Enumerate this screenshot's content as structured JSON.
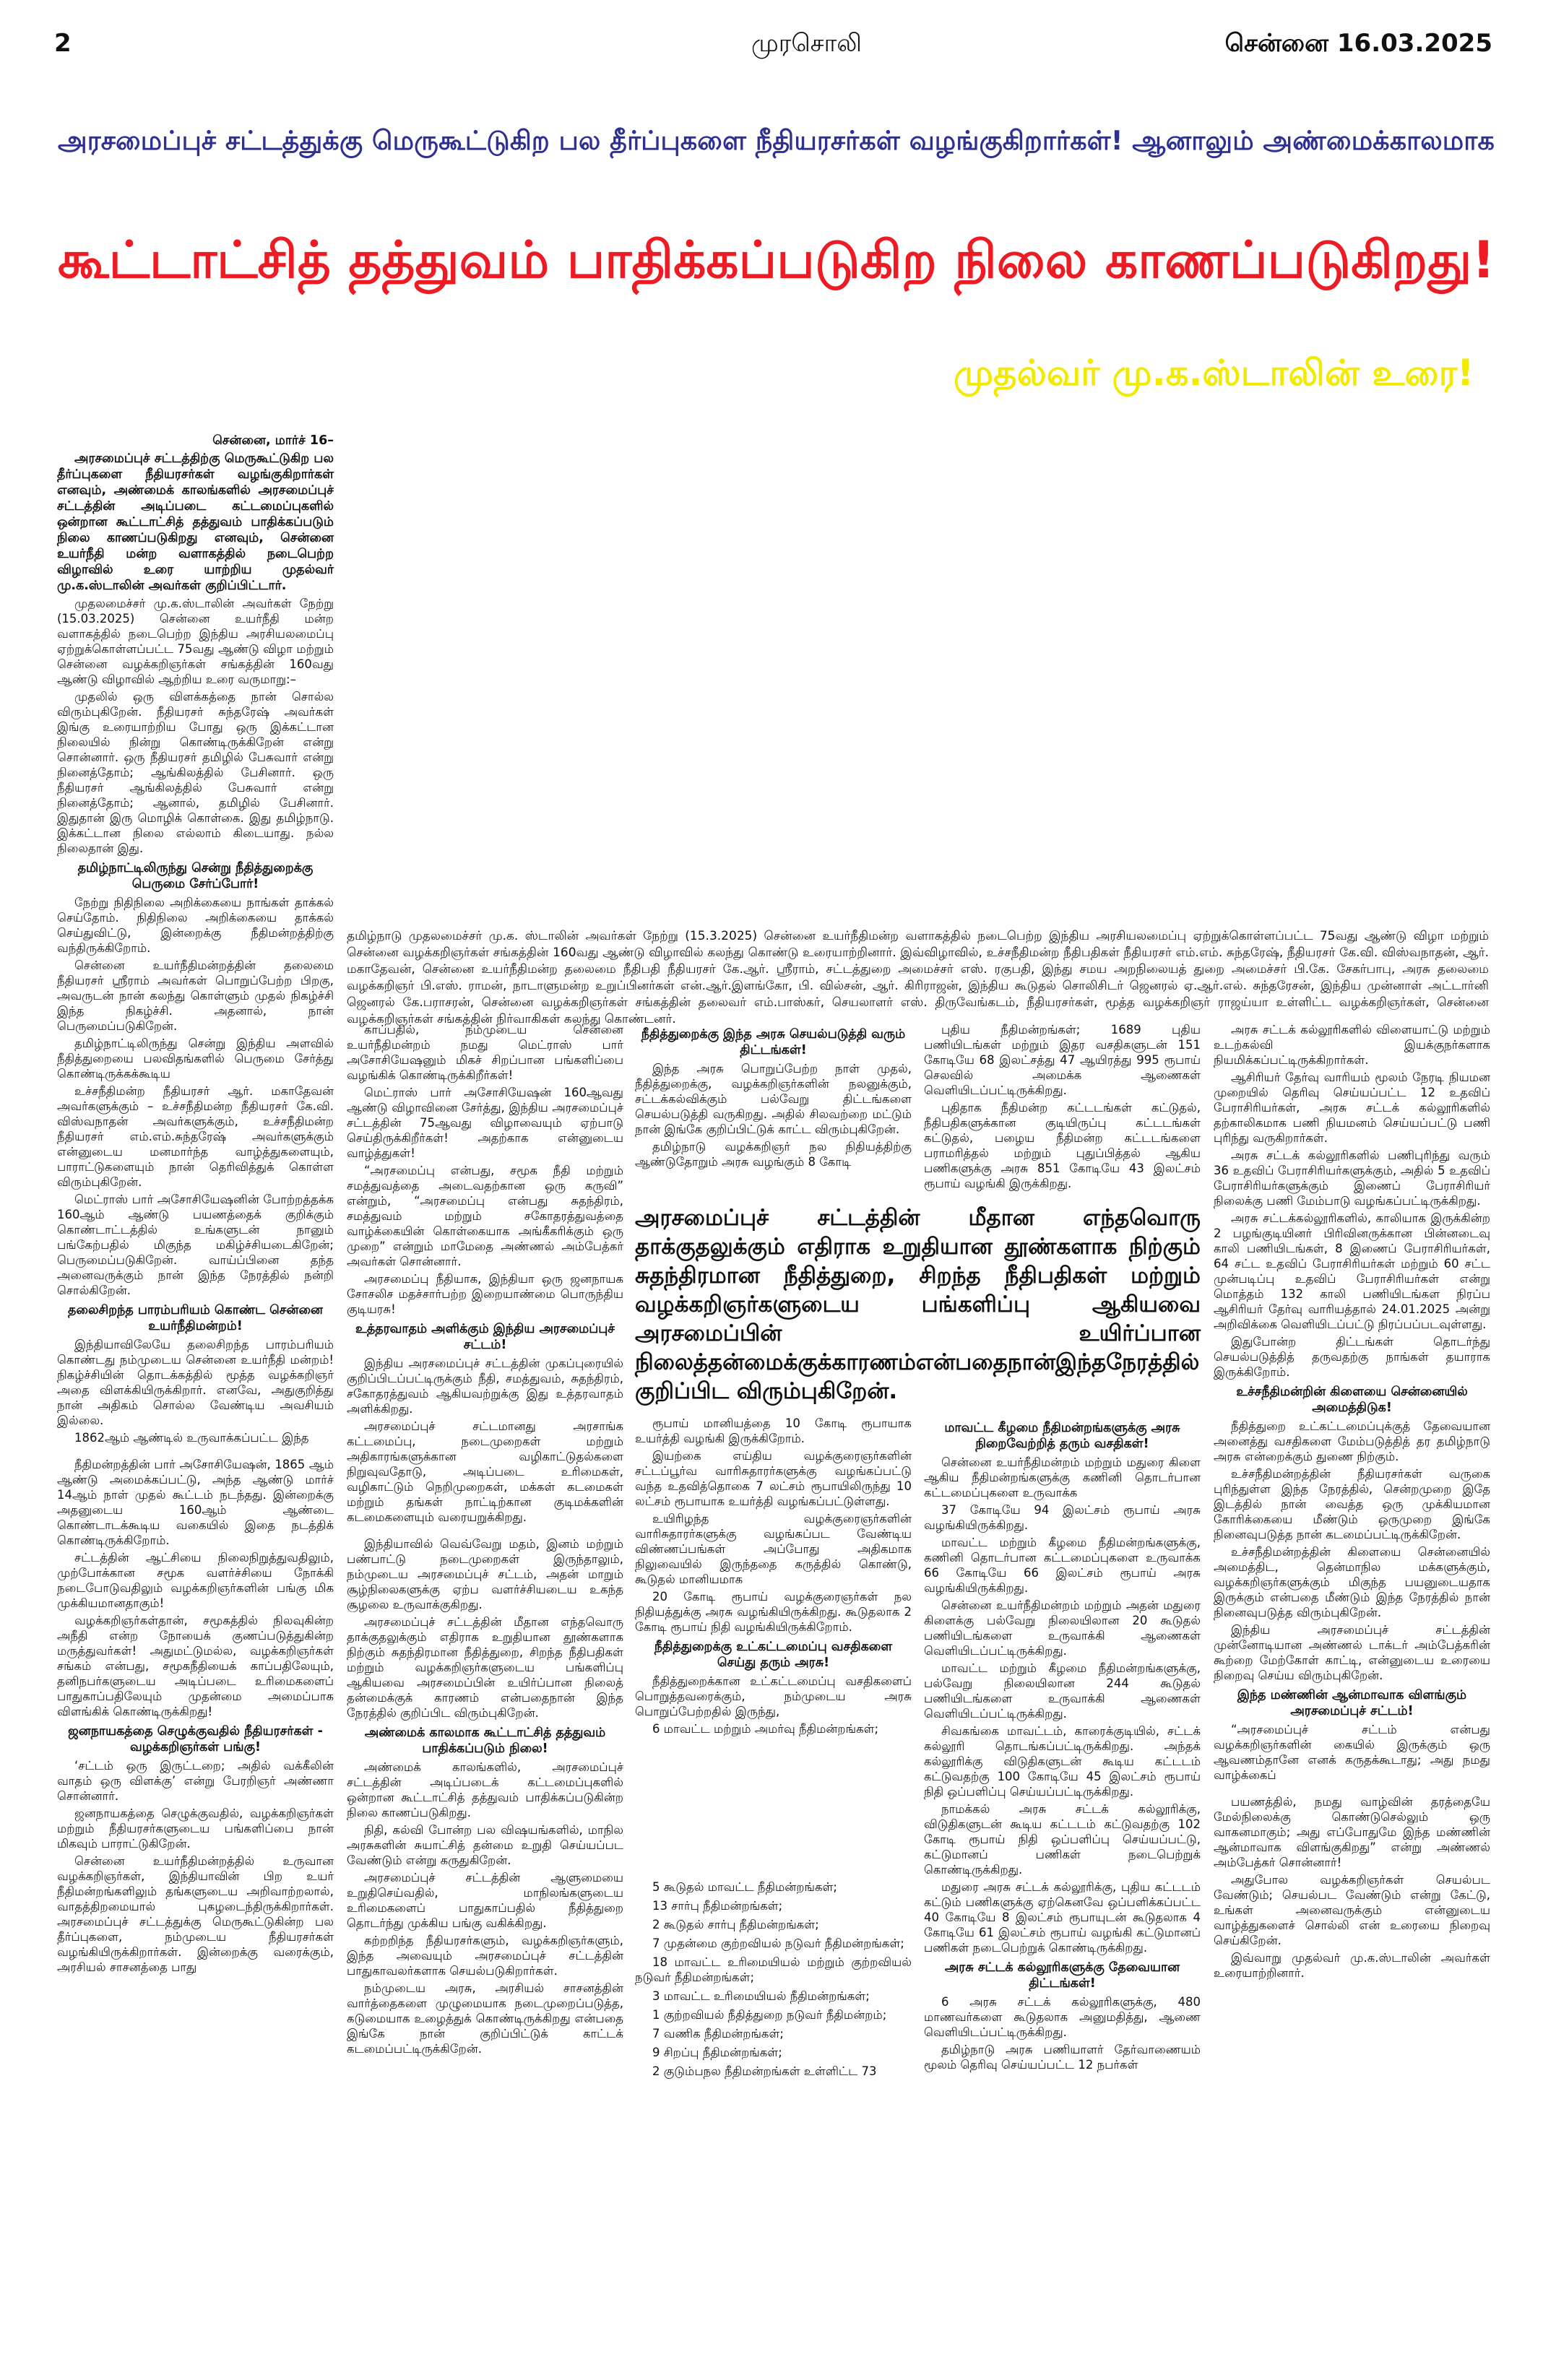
{
  "header": {
    "page_number": "2",
    "paper_name": "முரசொலி",
    "date": "சென்னை 16.03.2025"
  },
  "headline": {
    "kicker": "அரசமைப்புச் சட்டத்துக்கு மெருகூட்டுகிற பல தீர்ப்புகளை நீதியரசர்கள் வழங்குகிறார்கள்! ஆனாலும் அண்மைக்காலமாக",
    "main": "கூட்டாட்சித் தத்துவம் பாதிக்கப்படுகிற நிலை காணப்படுகிறது!",
    "byline": "முதல்வர் மு.க.ஸ்டாலின் உரை!"
  },
  "colors": {
    "kicker": "#2e3192",
    "main": "#ed1c24",
    "byline": "#f2ea00"
  },
  "photo_caption": "தமிழ்நாடு முதலமைச்சர் மு.க. ஸ்டாலின் அவர்கள் நேற்று (15.3.2025) சென்னை உயர்நீதிமன்ற வளாகத்தில் நடைபெற்ற இந்திய அரசியலமைப்பு ஏற்றுக்கொள்ளப்பட்ட 75வது ஆண்டு விழா மற்றும் சென்னை வழக்கறிஞர்கள் சங்கத்தின் 160வது ஆண்டு விழாவில் கலந்து கொண்டு உரையாற்றினார். இவ்விழாவில், உச்சநீதிமன்ற நீதிபதிகள் நீதியரசர் எம்.எம். சுந்தரேஷ், நீதியரசர் கே.வி. விஸ்வநாதன், ஆர். மகாதேவன், சென்னை உயர்நீதிமன்ற தலைமை நீதிபதி நீதியரசர் கே.ஆர். ஸ்ரீராம், சட்டத்துறை அமைச்சர் எஸ். ரகுபதி, இந்து சமய அறநிலையத் துறை அமைச்சர் பி.கே. சேகர்பாபு, அரசு தலைமை வழக்கறிஞர் பி.எஸ். ராமன், நாடாளுமன்ற உறுப்பினர்கள் என்.ஆர்.இளங்கோ, பி. வில்சன், ஆர். கிரிராஜன், இந்திய கூடுதல் சொலிசிடர் ஜெனரல் ஏ.ஆர்.எல். சுந்தரேசன், இந்திய முன்னாள் அட்டார்னி ஜெனரல் கே.பராசரன், சென்னை வழக்கறிஞர்கள் சங்கத்தின் தலைவர் எம்.பாஸ்கர், செயலாளர் எஸ். திருவேங்கடம், நீதியரசர்கள், மூத்த வழக்கறிஞர் ராஜய்யா உள்ளிட்ட வழக்கறிஞர்கள், சென்னை வழக்கறிஞர்கள் சங்கத்தின் நிர்வாகிகள் கலந்து கொண்டனர்.",
  "pull_quote": "அரசமைப்புச் சட்டத்தின் மீதான எந்தவொரு தாக்குதலுக்கும் எதிராக உறுதியான தூண்களாக நிற்கும் சுதந்திரமான நீதித்துறை, சிறந்த நீதிபதிகள் மற்றும் வழக்கறிஞர்களுடைய பங்களிப்பு ஆகியவை அரசமைப்பின் உயிர்ப்பான நிலைத்தன்மைக்குக்காரணம்என்பதைநான்இந்தநேரத்தில் குறிப்பிட விரும்புகிறேன்.",
  "segments": [
    {
      "blocks": [
        {
          "t": "dateline",
          "text": "சென்னை, மார்ச் 16–"
        },
        {
          "t": "lead",
          "text": "அரசமைப்புச் சட்டத்திற்கு மெருகூட்டுகிற பல தீர்ப்புகளை நீதியரசர்கள் வழங்குகிறார்கள் எனவும், அண்மைக் காலங்களில் அரசமைப்புச் சட்டத்தின் அடிப்படை கட்டமைப்புகளில் ஒன்றான கூட்டாட்சித் தத்துவம் பாதிக்கப்படும் நிலை காணப்படுகிறது எனவும், சென்னை உயர்நீதி மன்ற வளாகத்தில் நடைபெற்ற விழாவில் உரை யாற்றிய முதல்வர் மு.க.ஸ்டாலின் அவர்கள் குறிப்பிட்டார்."
        },
        {
          "t": "p",
          "text": "முதலமைச்சர் மு.க.ஸ்டாலின் அவர்கள் நேற்று (15.03.2025) சென்னை உயர்நீதி மன்ற வளாகத்தில் நடைபெற்ற இந்திய அரசியலமைப்பு ஏற்றுக்கொள்ளப்பட்ட 75வது ஆண்டு விழா மற்றும் சென்னை வழக்கறிஞர்கள் சங்கத்தின் 160வது ஆண்டு விழாவில் ஆற்றிய உரை வருமாறு:–"
        },
        {
          "t": "p",
          "text": "முதலில் ஒரு விளக்கத்தை நான் சொல்ல விரும்புகிறேன். நீதியரசர் சுந்தரேஷ் அவர்கள் இங்கு உரையாற்றிய போது ஒரு இக்கட்டான நிலையில் நின்று கொண்டிருக்கிறேன் என்று சொன்னார். ஒரு நீதியரசர் தமிழில் பேசுவார் என்று நினைத்தோம்; ஆங்கிலத்தில் பேசினார். ஒரு நீதியரசர் ஆங்கிலத்தில் பேசுவார் என்று நினைத்தோம்; ஆனால், தமிழில் பேசினார். இதுதான் இரு மொழிக் கொள்கை. இது தமிழ்நாடு. இக்கட்டான நிலை எல்லாம் கிடையாது. நல்ல நிலைதான் இது."
        },
        {
          "t": "h",
          "text": "தமிழ்நாட்டிலிருந்து சென்று நீதித்துறைக்கு பெருமை சேர்ப்போர்!"
        },
        {
          "t": "p",
          "text": "நேற்று நிதிநிலை அறிக்கையை நாங்கள் தாக்கல் செய்தோம். நிதிநிலை அறிக்கையை தாக்கல் செய்துவிட்டு, இன்றைக்கு நீதிமன்றத்திற்கு வந்திருக்கிறோம்."
        },
        {
          "t": "p",
          "text": "சென்னை உயர்நீதிமன்றத்தின் தலைமை நீதியரசர் ஸ்ரீராம் அவர்கள் பொறுப்பேற்ற பிறகு, அவருடன் நான் கலந்து கொள்ளும் முதல் நிகழ்ச்சி இந்த நிகழ்ச்சி. அதனால், நான் பெருமைப்படுகிறேன்."
        },
        {
          "t": "p",
          "text": "தமிழ்நாட்டிலிருந்து சென்று இந்திய அளவில் நீதித்துறையை பலவிதங்களில் பெருமை சேர்த்து கொண்டிருக்கக்கூடிய"
        },
        {
          "t": "p",
          "text": "உச்சநீதிமன்ற நீதியரசர் ஆர். மகாதேவன் அவர்களுக்கும் – உச்சநீதிமன்ற நீதியரசர் கே.வி. விஸ்வநாதன் அவர்களுக்கும், உச்சநீதிமன்ற நீதியரசர் எம்.எம்.சுந்தரேஷ் அவர்களுக்கும் என்னுடைய மனமார்ந்த வாழ்த்துகளையும், பாராட்டுகளையும் நான் தெரிவித்துக் கொள்ள விரும்புகிறேன்."
        },
        {
          "t": "p",
          "text": "மெட்ராஸ் பார் அசோசியேஷனின் போற்றத்தக்க 160ஆம் ஆண்டு பயணத்தைக் குறிக்கும் கொண்டாட்டத்தில் உங்களுடன் நானும் பங்கேற்பதில் மிகுந்த மகிழ்ச்சியடைகிறேன்; பெருமைப்படுகிறேன். வாய்ப்பினை தந்த அனைவருக்கும் நான் இந்த நேரத்தில் நன்றி சொல்கிறேன்."
        },
        {
          "t": "h",
          "text": "தலைசிறந்த பாரம்பரியம் கொண்ட சென்னை உயர்நீதிமன்றம்!"
        },
        {
          "t": "p",
          "text": "இந்தியாவிலேயே தலைசிறந்த பாரம்பரியம் கொண்டது நம்முடைய சென்னை உயர்நீதி மன்றம்! நிகழ்ச்சியின் தொடக்கத்தில் மூத்த வழக்கறிஞர் அதை விளக்கியிருக்கிறார். எனவே, அதுகுறித்து நான் அதிகம் சொல்ல வேண்டிய அவசியம் இல்லை."
        },
        {
          "t": "p",
          "text": "1862ஆம் ஆண்டில் உருவாக்கப்பட்ட இந்த"
        }
      ]
    },
    {
      "blocks": [
        {
          "t": "p",
          "text": "நீதிமன்றத்தின் பார் அசோசியேஷன், 1865 ஆம் ஆண்டு அமைக்கப்பட்டு, அந்த ஆண்டு மார்ச் 14ஆம் நாள் முதல் கூட்டம் நடந்தது. இன்றைக்கு அதனுடைய 160ஆம் ஆண்டை கொண்டாடக்கூடிய வகையில் இதை நடத்திக் கொண்டிருக்கிறோம்."
        },
        {
          "t": "p",
          "text": "சட்டத்தின் ஆட்சியை நிலைநிறுத்துவதிலும், முற்போக்கான சமூக வளர்ச்சியை நோக்கி நடைபோடுவதிலும் வழக்கறிஞர்களின் பங்கு மிக முக்கியமானதாகும்!"
        },
        {
          "t": "p",
          "text": "வழக்கறிஞர்கள்தான், சமூகத்தில் நிலவுகின்ற அநீதி என்ற நோயைக் குணப்படுத்துகின்ற மருத்துவர்கள்! அதுமட்டுமல்ல, வழக்கறிஞர்கள் சங்கம் என்பது, சமூகநீதியைக் காப்பதிலேயும், தனிநபர்களுடைய அடிப்படை உரிமைகளைப் பாதுகாப்பதிலேயும் முதன்மை அமைப்பாக விளங்கிக் கொண்டிருக்கிறது!"
        },
        {
          "t": "h",
          "text": "ஜனநாயகத்தை செழுக்குவதில் நீதியரசர்கள் - வழக்கறிஞர்கள் பங்கு!"
        },
        {
          "t": "p",
          "text": "‘சட்டம் ஒரு இருட்டறை; அதில் வக்கீலின் வாதம் ஒரு விளக்கு’ என்று பேரறிஞர் அண்ணா சொன்னார்."
        },
        {
          "t": "p",
          "text": "ஜனநாயகத்தை செழுக்குவதில், வழக்கறிஞர்கள் மற்றும் நீதியரசர்களுடைய பங்களிப்பை நான் மிகவும் பாராட்டுகிறேன்."
        },
        {
          "t": "p",
          "text": "சென்னை உயர்நீதிமன்றத்தில் உருவான வழக்கறிஞர்கள், இந்தியாவின் பிற உயர் நீதிமன்றங்களிலும் தங்களுடைய அறிவாற்றலால், வாதத்திறமையால் புகழடைந்திருக்கிறார்கள். அரசமைப்புச் சட்டத்துக்கு மெருகூட்டுகின்ற பல தீர்ப்புகளை, நம்முடைய நீதியரசர்கள் வழங்கியிருக்கிறார்கள். இன்றைக்கு வரைக்கும், அரசியல் சாசனத்தை பாது"
        }
      ]
    },
    {
      "blocks": [
        {
          "t": "p",
          "text": "காப்பதில், நம்முடைய சென்னை உயர்நீதிமன்றம் நமது மெட்ராஸ் பார் அசோசியேஷனும் மிகச் சிறப்பான பங்களிப்பை வழங்கிக் கொண்டிருக்கிறீர்கள்!"
        },
        {
          "t": "p",
          "text": "மெட்ராஸ் பார் அசோசியேஷன் 160ஆவது ஆண்டு விழாவினை சேர்த்து, இந்திய அரசமைப்புச் சட்டத்தின் 75ஆவது விழாவையும் ஏற்பாடு செய்திருக்கிறீர்கள்! அதற்காக என்னுடைய வாழ்த்துகள்!"
        },
        {
          "t": "p",
          "text": "“அரசமைப்பு என்பது, சமூக நீதி மற்றும் சமத்துவத்தை அடைவதற்கான ஒரு கருவி” என்றும், “அரசமைப்பு என்பது சுதந்திரம், சமத்துவம் மற்றும் சகோதரத்துவத்தை வாழ்க்கையின் கொள்கையாக அங்கீகரிக்கும் ஒரு முறை” என்றும் மாமேதை அண்ணல் அம்பேத்கர் அவர்கள் சொன்னார்."
        },
        {
          "t": "p",
          "text": "அரசமைப்பு நீதியாக, இந்தியா ஒரு ஜனநாயக சோசலிச மதச்சார்பற்ற இறையாண்மை பொருந்திய குடியரசு!"
        },
        {
          "t": "h",
          "text": "உத்தரவாதம் அளிக்கும் இந்திய அரசமைப்புச் சட்டம்!"
        },
        {
          "t": "p",
          "text": "இந்திய அரசமைப்புச் சட்டத்தின் முகப்புரையில் குறிப்பிடப்பட்டிருக்கும் நீதி, சமத்துவம், சுதந்திரம், சகோதரத்துவம் ஆகியவற்றுக்கு இது உத்தரவாதம் அளிக்கிறது."
        },
        {
          "t": "p",
          "text": "அரசமைப்புச் சட்டமானது அரசாங்க கட்டமைப்பு, நடைமுறைகள் மற்றும் அதிகாரங்களுக்கான வழிகாட்டுதல்களை நிறுவுவதோடு, அடிப்படை உரிமைகள், வழிகாட்டும் நெறிமுறைகள், மக்கள் கடமைகள் மற்றும் தங்கள் நாட்டிற்கான குடிமக்களின் கடமைகளையும் வரையறுக்கிறது."
        }
      ]
    },
    {
      "blocks": [
        {
          "t": "p",
          "text": "இந்தியாவில் வெவ்வேறு மதம், இனம் மற்றும் பண்பாட்டு நடைமுறைகள் இருந்தாலும், நம்முடைய அரசமைப்புச் சட்டம், அதன் மாறும் சூழ்நிலைகளுக்கு ஏற்ப வளர்ச்சியடைய உகந்த சூழலை உருவாக்குகிறது."
        },
        {
          "t": "p",
          "text": "அரசமைப்புச் சட்டத்தின் மீதான எந்தவொரு தாக்குதலுக்கும் எதிராக உறுதியான தூண்களாக நிற்கும் சுதந்திரமான நீதித்துறை, சிறந்த நீதிபதிகள் மற்றும் வழக்கறிஞர்களுடைய பங்களிப்பு ஆகியவை அரசமைப்பின் உயிர்ப்பான நிலைத் தன்மைக்குக் காரணம் என்பதைநான் இந்த நேரத்தில் குறிப்பிட விரும்புகிறேன்."
        },
        {
          "t": "h",
          "text": "அண்மைக் காலமாக கூட்டாட்சித் தத்துவம் பாதிக்கப்படும் நிலை!"
        },
        {
          "t": "p",
          "text": "அண்மைக் காலங்களில், அரசமைப்புச் சட்டத்தின் அடிப்படைக் கட்டமைப்புகளில் ஒன்றான கூட்டாட்சித் தத்துவம் பாதிக்கப்படுகின்ற நிலை காணப்படுகிறது."
        },
        {
          "t": "p",
          "text": "நிதி, கல்வி போன்ற பல விஷயங்களில், மாநில அரசுகளின் சுயாட்சித் தன்மை உறுதி செய்யப்பட வேண்டும் என்று கருதுகிறேன்."
        },
        {
          "t": "p",
          "text": "அரசமைப்புச் சட்டத்தின் ஆளுமையை உறுதிசெய்வதில், மாநிலங்களுடைய உரிமைகளைப் பாதுகாப்பதில் நீதித்துறை தொடர்ந்து முக்கிய பங்கு வகிக்கிறது."
        },
        {
          "t": "p",
          "text": "கற்றறிந்த நீதியரசர்களும், வழக்கறிஞர்களும், இந்த அவையும் அரசமைப்புச் சட்டத்தின் பாதுகாவலர்களாக செயல்படுகிறார்கள்."
        },
        {
          "t": "p",
          "text": "நம்முடைய அரசு, அரசியல் சாசனத்தின் வார்த்தைகளை முழுமையாக நடைமுறைப்படுத்த, கடுமையாக உழைத்துக் கொண்டிருக்கிறது என்பதை இங்கே நான் குறிப்பிட்டுக் காட்டக் கடமைப்பட்டிருக்கிறேன்."
        }
      ]
    },
    {
      "blocks": [
        {
          "t": "h",
          "text": "நீதித்துறைக்கு இந்த அரசு செயல்படுத்தி வரும் திட்டங்கள்!"
        },
        {
          "t": "p",
          "text": "இந்த அரசு பொறுப்பேற்ற நாள் முதல், நீதித்துறைக்கு, வழக்கறிஞர்களின் நலனுக்கும், சட்டக்கல்விக்கும் பல்வேறு திட்டங்களை செயல்படுத்தி வருகிறது. அதில் சிலவற்றை மட்டும் நான் இங்கே குறிப்பிட்டுக் காட்ட விரும்புகிறேன்."
        },
        {
          "t": "p",
          "text": "தமிழ்நாடு வழக்கறிஞர் நல நிதியத்திற்கு ஆண்டுதோறும் அரசு வழங்கும் 8 கோடி"
        }
      ]
    },
    {
      "blocks": [
        {
          "t": "p",
          "text": "ரூபாய் மானியத்தை 10 கோடி ரூபாயாக உயர்த்தி வழங்கி இருக்கிறோம்."
        },
        {
          "t": "p",
          "text": "இயற்கை எய்திய வழக்குரைஞர்களின் சட்டப்பூர்வ வாரிசுதாரர்களுக்கு வழங்கப்பட்டு வந்த உதவித்தொகை 7 லட்சம் ரூபாயிலிருந்து 10 லட்சம் ரூபாயாக உயர்த்தி வழங்கப்பட்டுள்ளது."
        },
        {
          "t": "p",
          "text": "உயிரிழந்த வழக்குரைஞர்களின் வாரிசுதாரர்களுக்கு வழங்கப்பட வேண்டிய விண்ணப்பங்கள் அப்போது அதிகமாக நிலுவையில் இருந்ததை கருத்தில் கொண்டு, கூடுதல் மானியமாக"
        },
        {
          "t": "p",
          "text": "20 கோடி ரூபாய் வழக்குரைஞர்கள் நல நிதியத்துக்கு அரசு வழங்கியிருக்கிறது. கூடுதலாக 2 கோடி ரூபாய் நிதி வழங்கியிருக்கிறோம்."
        },
        {
          "t": "h",
          "text": "நீதித்துறைக்கு உட்கட்டமைப்பு வசதிகளை செய்து தரும் அரசு!"
        },
        {
          "t": "p",
          "text": "நீதித்துறைக்கான உட்கட்டமைப்பு வசதிகளைப் பொறுத்தவரைக்கும், நம்முடைய அரசு பொறுப்பேற்றதில் இருந்து,"
        },
        {
          "t": "p",
          "text": "6 மாவட்ட மற்றும் அமர்வு நீதிமன்றங்கள்;"
        }
      ]
    },
    {
      "blocks": [
        {
          "t": "li",
          "text": "5 கூடுதல் மாவட்ட நீதிமன்றங்கள்;"
        },
        {
          "t": "li",
          "text": "13 சார்பு நீதிமன்றங்கள்;"
        },
        {
          "t": "li",
          "text": "2 கூடுதல் சார்பு நீதிமன்றங்கள்;"
        },
        {
          "t": "li",
          "text": "7 முதன்மை குற்றவியல் நடுவர் நீதிமன்றங்கள்;"
        },
        {
          "t": "li",
          "text": "18 மாவட்ட உரிமையியல் மற்றும் குற்றவியல் நடுவர் நீதிமன்றங்கள்;"
        },
        {
          "t": "li",
          "text": "3 மாவட்ட உரிமையியல் நீதிமன்றங்கள்;"
        },
        {
          "t": "li",
          "text": "1 குற்றவியல் நீதித்துறை நடுவர் நீதிமன்றம்;"
        },
        {
          "t": "li",
          "text": "7 வணிக நீதிமன்றங்கள்;"
        },
        {
          "t": "li",
          "text": "9 சிறப்பு நீதிமன்றங்கள்;"
        },
        {
          "t": "li",
          "text": "2 குடும்பநல நீதிமன்றங்கள் உள்ளிட்ட 73"
        }
      ]
    },
    {
      "blocks": [
        {
          "t": "p",
          "text": "புதிய நீதிமன்றங்கள்; 1689 புதிய பணியிடங்கள் மற்றும் இதர வசதிகளுடன் 151 கோடியே 68 இலட்சத்து 47 ஆயிரத்து 995 ரூபாய் செலவில் அமைக்க ஆணைகள் வெளியிடப்பட்டிருக்கிறது."
        },
        {
          "t": "p",
          "text": "புதிதாக நீதிமன்ற கட்டடங்கள் கட்டுதல், நீதிபதிகளுக்கான குடியிருப்பு கட்டடங்கள் கட்டுதல், பழைய நீதிமன்ற கட்டடங்களை பராமரித்தல் மற்றும் புதுப்பித்தல் ஆகிய பணிகளுக்கு அரசு 851 கோடியே 43 இலட்சம் ரூபாய் வழங்கி இருக்கிறது."
        }
      ]
    },
    {
      "blocks": [
        {
          "t": "h",
          "text": "மாவட்ட கீழமை நீதிமன்றங்களுக்கு அரசு நிறைவேற்றித் தரும் வசதிகள்!"
        },
        {
          "t": "p",
          "text": "சென்னை உயர்நீதிமன்றம் மற்றும் மதுரை கிளை ஆகிய நீதிமன்றங்களுக்கு கணினி தொடர்பான கட்டமைப்புகளை உருவாக்க"
        },
        {
          "t": "p",
          "text": "37 கோடியே 94 இலட்சம் ரூபாய் அரசு வழங்கியிருக்கிறது."
        },
        {
          "t": "p",
          "text": "மாவட்ட மற்றும் கீழமை நீதிமன்றங்களுக்கு, கணினி தொடர்பான கட்டமைப்புகளை உருவாக்க 66 கோடியே 66 இலட்சம் ரூபாய் அரசு வழங்கியிருக்கிறது."
        },
        {
          "t": "p",
          "text": "சென்னை உயர்நீதிமன்றம் மற்றும் அதன் மதுரை கிளைக்கு பல்வேறு நிலையிலான 20 கூடுதல் பணியிடங்களை உருவாக்கி ஆணைகள் வெளியிடப்பட்டிருக்கிறது."
        },
        {
          "t": "p",
          "text": "மாவட்ட மற்றும் கீழமை நீதிமன்றங்களுக்கு, பல்வேறு நிலையிலான 244 கூடுதல் பணியிடங்களை உருவாக்கி ஆணைகள் வெளியிடப்பட்டிருக்கிறது."
        },
        {
          "t": "p",
          "text": "சிவகங்கை மாவட்டம், காரைக்குடியில், சட்டக் கல்லூரி தொடங்கப்பட்டிருக்கிறது. அந்தக் கல்லூரிக்கு விடுதிகளுடன் கூடிய கட்டடம் கட்டுவதற்கு 100 கோடியே 45 இலட்சம் ரூபாய் நிதி ஒப்பளிப்பு செய்யப்பட்டிருக்கிறது."
        },
        {
          "t": "p",
          "text": "நாமக்கல் அரசு சட்டக் கல்லூரிக்கு, விடுதிகளுடன் கூடிய கட்டடம் கட்டுவதற்கு 102 கோடி ரூபாய் நிதி ஒப்பளிப்பு செய்யப்பட்டு, கட்டுமானப் பணிகள் நடைபெற்றுக் கொண்டிருக்கிறது."
        }
      ]
    },
    {
      "blocks": [
        {
          "t": "p",
          "text": "மதுரை அரசு சட்டக் கல்லூரிக்கு, புதிய கட்டடம் கட்டும் பணிகளுக்கு ஏற்கெனவே ஒப்பளிக்கப்பட்ட 40 கோடியே 8 இலட்சம் ரூபாயுடன் கூடுதலாக 4 கோடியே 61 இலட்சம் ரூபாய் வழங்கி கட்டுமானப் பணிகள் நடைபெற்றுக் கொண்டிருக்கிறது."
        },
        {
          "t": "h",
          "text": "அரசு சட்டக் கல்லூரிகளுக்கு தேவையான திட்டங்கள்!"
        },
        {
          "t": "p",
          "text": "6 அரசு சட்டக் கல்லூரிகளுக்கு, 480 மாணவர்களை கூடுதலாக அனுமதித்து, ஆணை வெளியிடப்பட்டிருக்கிறது."
        },
        {
          "t": "p",
          "text": "தமிழ்நாடு அரசு பணியாளர் தேர்வாணையம் மூலம் தெரிவு செய்யப்பட்ட 12 நபர்கள்"
        }
      ]
    },
    {
      "blocks": [
        {
          "t": "p",
          "text": "அரசு சட்டக் கல்லூரிகளில் விளையாட்டு மற்றும் உடற்கல்வி இயக்குநர்களாக நியமிக்கப்பட்டிருக்கிறார்கள்."
        },
        {
          "t": "p",
          "text": "ஆசிரியர் தேர்வு வாரியம் மூலம் நேரடி நியமன முறையில் தெரிவு செய்யப்பட்ட 12 உதவிப் பேராசிரியர்கள், அரசு சட்டக் கல்லூரிகளில் தற்காலிகமாக பணி நியமனம் செய்யப்பட்டு பணி புரிந்து வருகிறார்கள்."
        },
        {
          "t": "p",
          "text": "அரசு சட்டக் கல்லூரிகளில் பணிபுரிந்து வரும் 36 உதவிப் பேராசிரியர்களுக்கும், அதில் 5 உதவிப் பேராசிரியர்களுக்கும் இணைப் பேராசிரியர் நிலைக்கு பணி மேம்பாடு வழங்கப்பட்டிருக்கிறது."
        },
        {
          "t": "p",
          "text": "அரசு சட்டக்கல்லூரிகளில், காலியாக இருக்கின்ற 2 பழங்குடியினர் பிரிவினருக்கான பின்னடைவு காலி பணியிடங்கள், 8 இணைப் பேராசிரியர்கள், 64 சட்ட உதவிப் பேராசிரியர்கள் மற்றும் 60 சட்ட முன்படிப்பு உதவிப் பேராசிரியர்கள் என்று மொத்தம் 132 காலி பணியிடங்கள நிரப்ப ஆசிரியர் தேர்வு வாரியத்தால் 24.01.2025 அன்று அறிவிக்கை வெளியிடப்பட்டு நிரப்பப்படவுள்ளது."
        },
        {
          "t": "p",
          "text": "இதுபோன்ற திட்டங்கள் தொடர்ந்து செயல்படுத்தித் தருவதற்கு நாங்கள் தயாராக இருக்கிறோம்."
        },
        {
          "t": "h",
          "text": "உச்சநீதிமன்றின் கிளையை சென்னையில் அமைத்திடுக!"
        },
        {
          "t": "p",
          "text": "நீதித்துறை உட்கட்டமைப்புக்குத் தேவையான அனைத்து வசதிகளை மேம்படுத்தித் தர தமிழ்நாடு அரசு என்றைக்கும் துணை நிற்கும்."
        },
        {
          "t": "p",
          "text": "உச்சநீதிமன்றத்தின் நீதியரசர்கள் வருகை புரிந்துள்ள இந்த நேரத்தில், சென்றமுறை இதே இடத்தில் நான் வைத்த ஒரு முக்கியமான கோரிக்கையை மீண்டும் ஒருமுறை இங்கே நினைவுபடுத்த நான் கடமைப்பட்டிருக்கிறேன்."
        },
        {
          "t": "p",
          "text": "உச்சநீதிமன்றத்தின் கிளையை சென்னையில் அமைத்திட, தென்மாநில மக்களுக்கும், வழக்கறிஞர்களுக்கும் மிகுந்த பயனுடையதாக இருக்கும் என்பதை மீண்டும் இந்த நேரத்தில் நான் நினைவுபடுத்த விரும்புகிறேன்."
        },
        {
          "t": "p",
          "text": "இந்திய அரசமைப்புச் சட்டத்தின் முன்னோடியான அண்ணல் டாக்டர் அம்பேத்கரின் கூற்றை மேற்கோள் காட்டி, என்னுடைய உரையை நிறைவு செய்ய விரும்புகிறேன்."
        },
        {
          "t": "h",
          "text": "இந்த மண்ணின் ஆன்மாவாக விளங்கும் அரசமைப்புச் சட்டம்!"
        },
        {
          "t": "p",
          "text": "“அரசமைப்புச் சட்டம் என்பது வழக்கறிஞர்களின் கையில் இருக்கும் ஒரு ஆவணம்தானே எனக் கருதக்கூடாது; அது நமது வாழ்க்கைப்"
        }
      ]
    },
    {
      "blocks": [
        {
          "t": "p",
          "text": "பயணத்தில், நமது வாழ்வின் தரத்தையே மேல்நிலைக்கு கொண்டுசெல்லும் ஒரு வாகனமாகும்; அது எப்போதுமே இந்த மண்ணின் ஆன்மாவாக விளங்குகிறது” என்று அண்ணல் அம்பேத்கர் சொன்னார்!"
        },
        {
          "t": "p",
          "text": "அதுபோல வழக்கறிஞர்கள் செயல்பட வேண்டும்; செயல்பட வேண்டும் என்று கேட்டு, உங்கள் அனைவருக்கும் என்னுடைய வாழ்த்துகளைச் சொல்லி என் உரையை நிறைவு செய்கிறேன்."
        },
        {
          "t": "p",
          "text": "இவ்வாறு முதல்வர் மு.க.ஸ்டாலின் அவர்கள் உரையாற்றினார்."
        }
      ]
    }
  ]
}
